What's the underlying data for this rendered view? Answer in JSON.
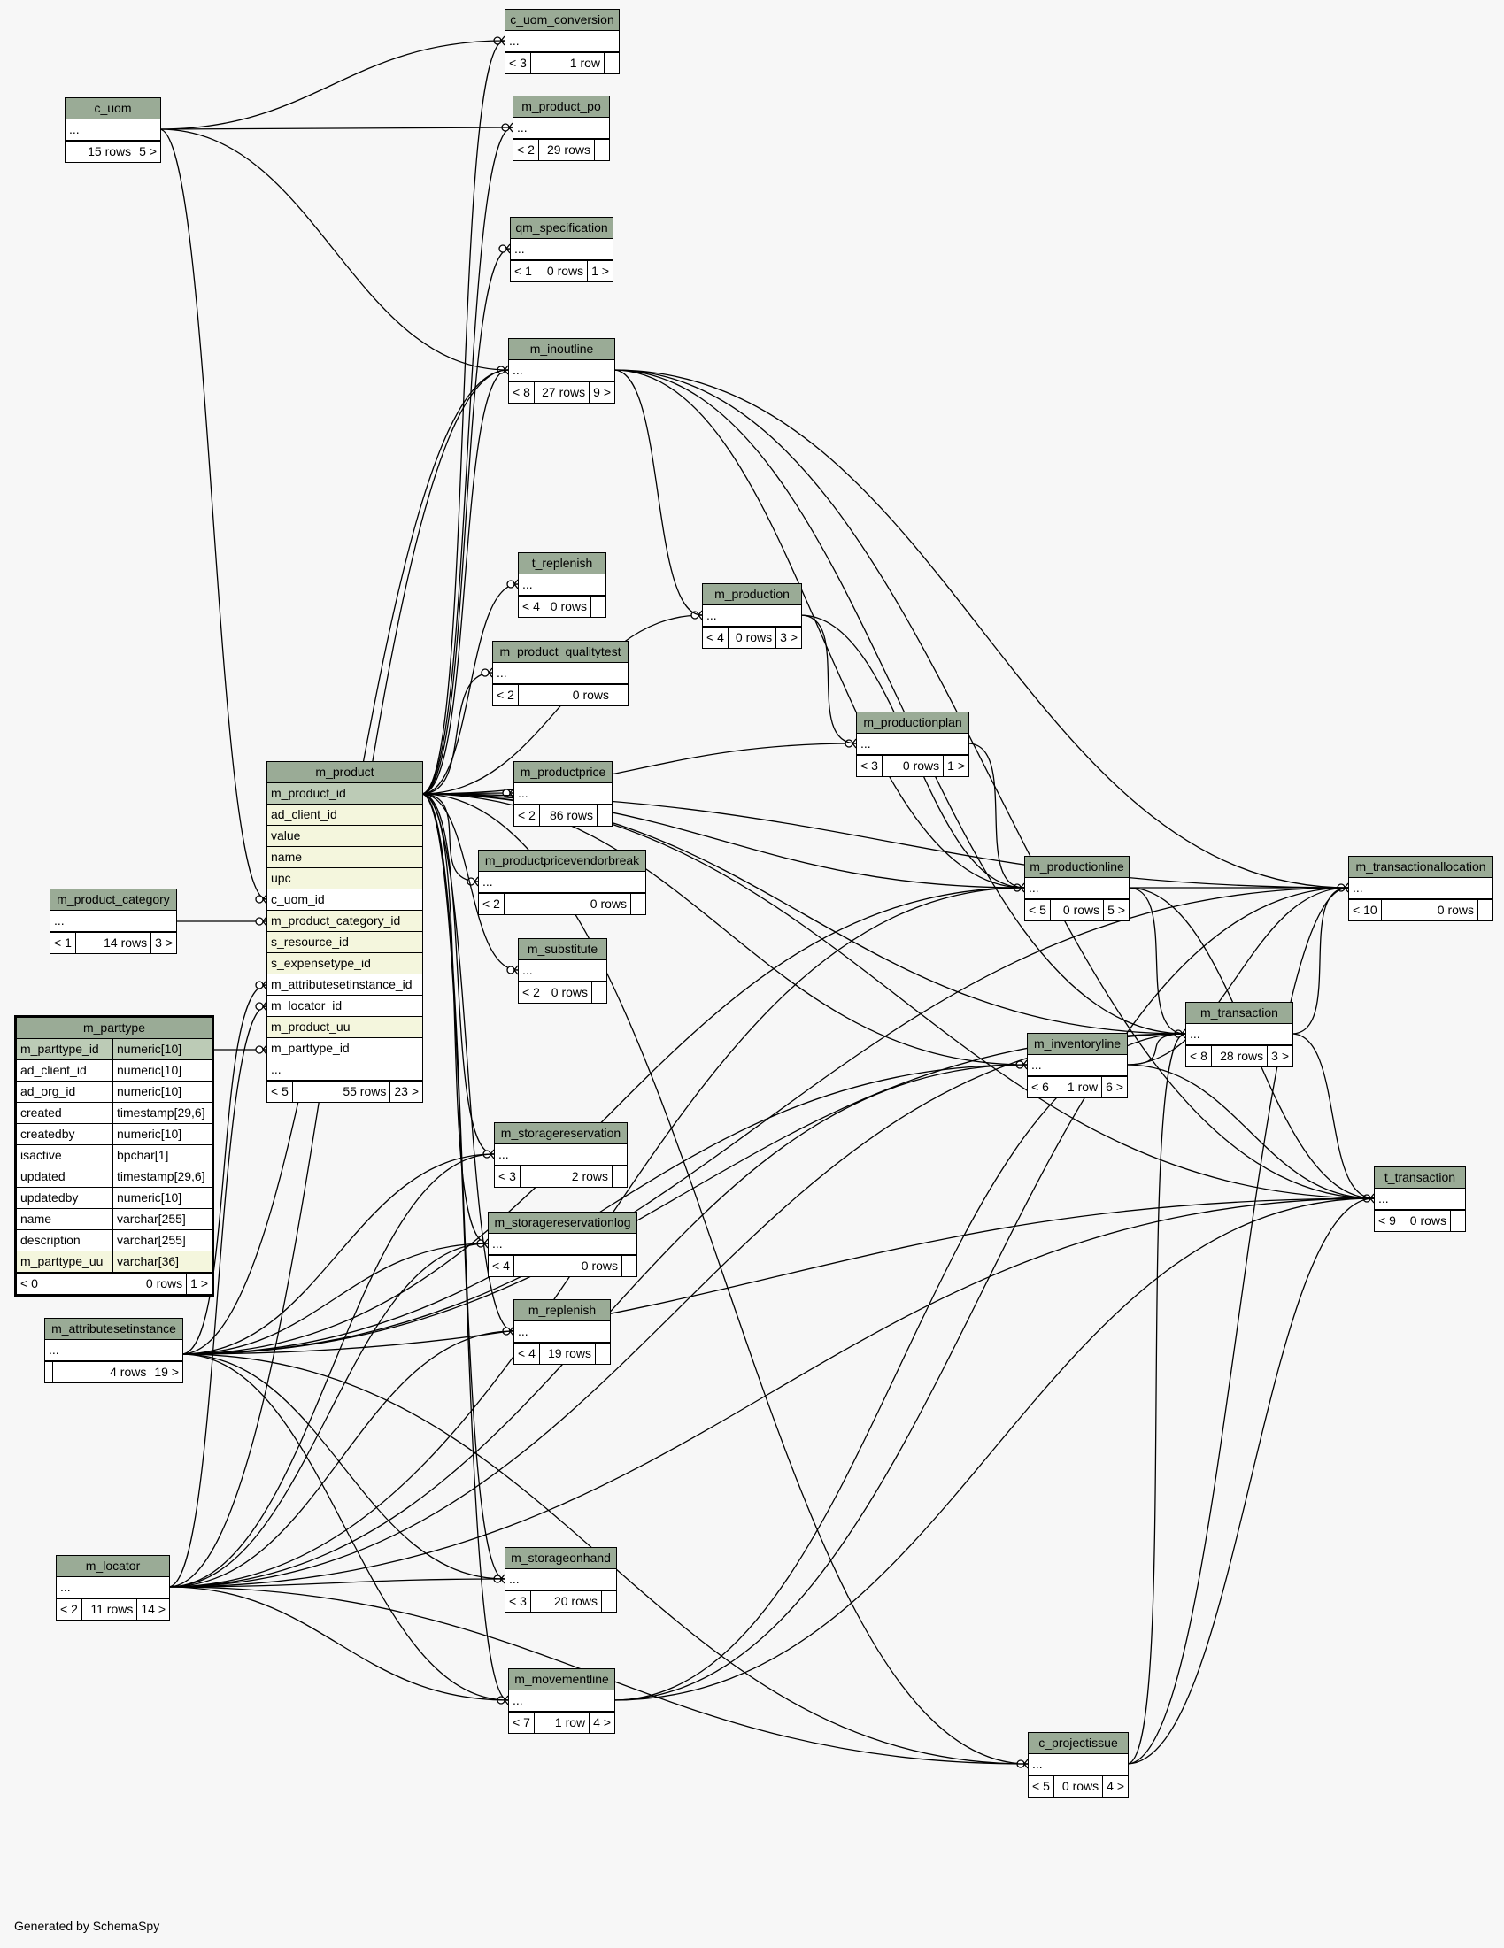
{
  "footer": "Generated by SchemaSpy",
  "tables": [
    {
      "id": "c_uom_conversion",
      "name": "c_uom_conversion",
      "cols": [],
      "ellipsis": "...",
      "foot": [
        "< 3",
        "1 row",
        ""
      ]
    },
    {
      "id": "c_uom",
      "name": "c_uom",
      "cols": [],
      "ellipsis": "...",
      "foot": [
        "",
        "15 rows",
        "5 >"
      ]
    },
    {
      "id": "m_product_po",
      "name": "m_product_po",
      "cols": [],
      "ellipsis": "...",
      "foot": [
        "< 2",
        "29 rows",
        ""
      ]
    },
    {
      "id": "qm_specification",
      "name": "qm_specification",
      "cols": [],
      "ellipsis": "...",
      "foot": [
        "< 1",
        "0 rows",
        "1 >"
      ]
    },
    {
      "id": "m_inoutline",
      "name": "m_inoutline",
      "cols": [],
      "ellipsis": "...",
      "foot": [
        "< 8",
        "27 rows",
        "9 >"
      ]
    },
    {
      "id": "t_replenish",
      "name": "t_replenish",
      "cols": [],
      "ellipsis": "...",
      "foot": [
        "< 4",
        "0 rows",
        ""
      ]
    },
    {
      "id": "m_production",
      "name": "m_production",
      "cols": [],
      "ellipsis": "...",
      "foot": [
        "< 4",
        "0 rows",
        "3 >"
      ]
    },
    {
      "id": "m_product_qualitytest",
      "name": "m_product_qualitytest",
      "cols": [],
      "ellipsis": "...",
      "foot": [
        "< 2",
        "0 rows",
        ""
      ]
    },
    {
      "id": "m_productionplan",
      "name": "m_productionplan",
      "cols": [],
      "ellipsis": "...",
      "foot": [
        "< 3",
        "0 rows",
        "1 >"
      ]
    },
    {
      "id": "m_productprice",
      "name": "m_productprice",
      "cols": [],
      "ellipsis": "...",
      "foot": [
        "< 2",
        "86 rows",
        ""
      ]
    },
    {
      "id": "m_productpricevendorbreak",
      "name": "m_productpricevendorbreak",
      "cols": [],
      "ellipsis": "...",
      "foot": [
        "< 2",
        "0 rows",
        ""
      ]
    },
    {
      "id": "m_substitute",
      "name": "m_substitute",
      "cols": [],
      "ellipsis": "...",
      "foot": [
        "< 2",
        "0 rows",
        ""
      ]
    },
    {
      "id": "m_productionline",
      "name": "m_productionline",
      "cols": [],
      "ellipsis": "...",
      "foot": [
        "< 5",
        "0 rows",
        "5 >"
      ]
    },
    {
      "id": "m_transactionallocation",
      "name": "m_transactionallocation",
      "cols": [],
      "ellipsis": "...",
      "foot": [
        "< 10",
        "0 rows",
        ""
      ]
    },
    {
      "id": "m_transaction",
      "name": "m_transaction",
      "cols": [],
      "ellipsis": "...",
      "foot": [
        "< 8",
        "28 rows",
        "3 >"
      ]
    },
    {
      "id": "m_inventoryline",
      "name": "m_inventoryline",
      "cols": [],
      "ellipsis": "...",
      "foot": [
        "< 6",
        "1 row",
        "6 >"
      ]
    },
    {
      "id": "t_transaction",
      "name": "t_transaction",
      "cols": [],
      "ellipsis": "...",
      "foot": [
        "< 9",
        "0 rows",
        ""
      ]
    },
    {
      "id": "m_product_category",
      "name": "m_product_category",
      "cols": [],
      "ellipsis": "...",
      "foot": [
        "< 1",
        "14 rows",
        "3 >"
      ]
    },
    {
      "id": "m_product",
      "name": "m_product",
      "cols": [
        {
          "name": "m_product_id",
          "kind": "pk"
        },
        {
          "name": "ad_client_id",
          "kind": "uq"
        },
        {
          "name": "value",
          "kind": "uq"
        },
        {
          "name": "name",
          "kind": "uq"
        },
        {
          "name": "upc",
          "kind": "uq"
        },
        {
          "name": "c_uom_id",
          "kind": "fk"
        },
        {
          "name": "m_product_category_id",
          "kind": "uq"
        },
        {
          "name": "s_resource_id",
          "kind": "uq"
        },
        {
          "name": "s_expensetype_id",
          "kind": "uq"
        },
        {
          "name": "m_attributesetinstance_id",
          "kind": "fk"
        },
        {
          "name": "m_locator_id",
          "kind": "fk"
        },
        {
          "name": "m_product_uu",
          "kind": "uq"
        },
        {
          "name": "m_parttype_id",
          "kind": "fk"
        }
      ],
      "ellipsis": "...",
      "foot": [
        "< 5",
        "55 rows",
        "23 >"
      ]
    },
    {
      "id": "m_parttype",
      "name": "m_parttype",
      "focus": true,
      "cols": [
        {
          "name": "m_parttype_id",
          "type": "numeric[10]",
          "kind": "pk"
        },
        {
          "name": "ad_client_id",
          "type": "numeric[10]",
          "kind": "plain"
        },
        {
          "name": "ad_org_id",
          "type": "numeric[10]",
          "kind": "plain"
        },
        {
          "name": "created",
          "type": "timestamp[29,6]",
          "kind": "plain"
        },
        {
          "name": "createdby",
          "type": "numeric[10]",
          "kind": "plain"
        },
        {
          "name": "isactive",
          "type": "bpchar[1]",
          "kind": "plain"
        },
        {
          "name": "updated",
          "type": "timestamp[29,6]",
          "kind": "plain"
        },
        {
          "name": "updatedby",
          "type": "numeric[10]",
          "kind": "plain"
        },
        {
          "name": "name",
          "type": "varchar[255]",
          "kind": "plain"
        },
        {
          "name": "description",
          "type": "varchar[255]",
          "kind": "plain"
        },
        {
          "name": "m_parttype_uu",
          "type": "varchar[36]",
          "kind": "uq"
        }
      ],
      "foot": [
        "< 0",
        "0 rows",
        "1 >"
      ]
    },
    {
      "id": "m_storagereservation",
      "name": "m_storagereservation",
      "cols": [],
      "ellipsis": "...",
      "foot": [
        "< 3",
        "2 rows",
        ""
      ]
    },
    {
      "id": "m_storagereservationlog",
      "name": "m_storagereservationlog",
      "cols": [],
      "ellipsis": "...",
      "foot": [
        "< 4",
        "0 rows",
        ""
      ]
    },
    {
      "id": "m_replenish",
      "name": "m_replenish",
      "cols": [],
      "ellipsis": "...",
      "foot": [
        "< 4",
        "19 rows",
        ""
      ]
    },
    {
      "id": "m_attributesetinstance",
      "name": "m_attributesetinstance",
      "cols": [],
      "ellipsis": "...",
      "foot": [
        "",
        "4 rows",
        "19 >"
      ]
    },
    {
      "id": "m_storageonhand",
      "name": "m_storageonhand",
      "cols": [],
      "ellipsis": "...",
      "foot": [
        "< 3",
        "20 rows",
        ""
      ]
    },
    {
      "id": "m_locator",
      "name": "m_locator",
      "cols": [],
      "ellipsis": "...",
      "foot": [
        "< 2",
        "11 rows",
        "14 >"
      ]
    },
    {
      "id": "m_movementline",
      "name": "m_movementline",
      "cols": [],
      "ellipsis": "...",
      "foot": [
        "< 7",
        "1 row",
        "4 >"
      ]
    },
    {
      "id": "c_projectissue",
      "name": "c_projectissue",
      "cols": [],
      "ellipsis": "...",
      "foot": [
        "< 5",
        "0 rows",
        "4 >"
      ]
    }
  ]
}
